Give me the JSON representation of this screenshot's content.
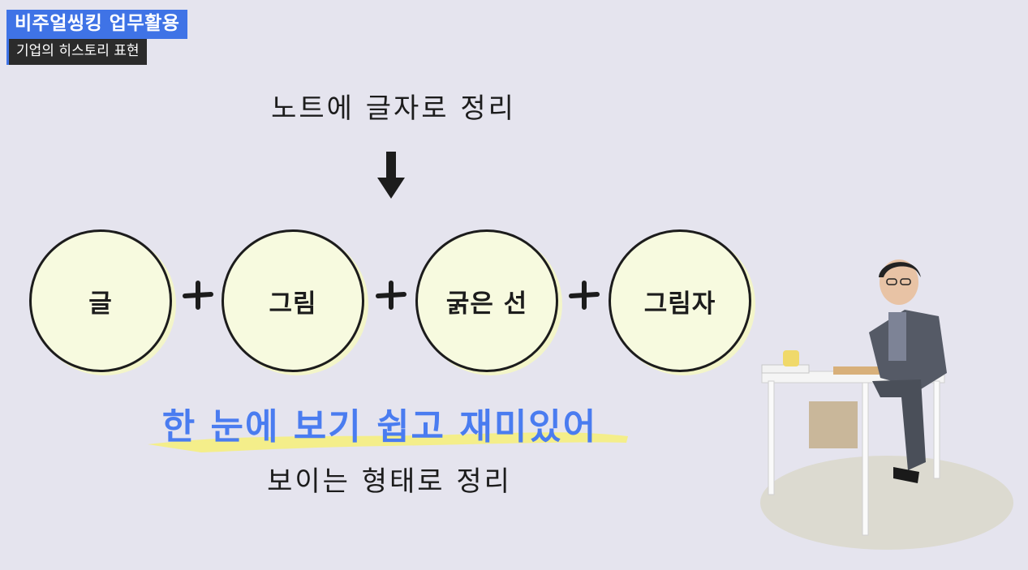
{
  "header": {
    "title": "비주얼씽킹 업무활용",
    "subtitle": "기업의 히스토리 표현"
  },
  "slide": {
    "intro_text": "노트에 글자로 정리",
    "arrow_icon": "down-arrow-icon",
    "elements": [
      {
        "label": "글"
      },
      {
        "label": "그림"
      },
      {
        "label": "굵은 선"
      },
      {
        "label": "그림자"
      }
    ],
    "plus_icon": "plus-icon",
    "highlight_text": "한 눈에 보기 쉽고 재미있어",
    "result_text": "보이는 형태로 정리"
  },
  "colors": {
    "background": "#e5e4ee",
    "title_badge": "#3f73e6",
    "subtitle_badge": "#2b2b2b",
    "circle_fill": "#f7fadf",
    "highlight_text": "#4a7cf0",
    "highlight_stroke": "#f4ee8a"
  }
}
